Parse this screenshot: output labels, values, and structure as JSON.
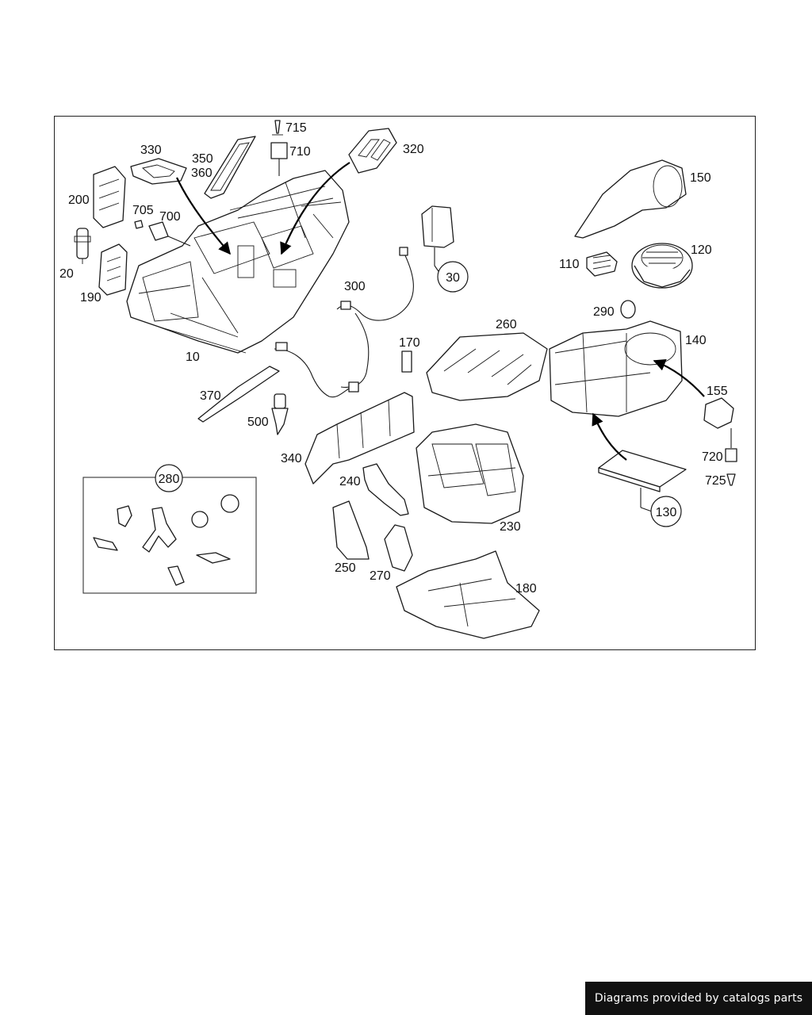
{
  "callouts": {
    "c10": "10",
    "c20": "20",
    "c30": "30",
    "c110": "110",
    "c120": "120",
    "c130": "130",
    "c140": "140",
    "c150": "150",
    "c155": "155",
    "c170": "170",
    "c180": "180",
    "c190": "190",
    "c200": "200",
    "c230": "230",
    "c240": "240",
    "c250": "250",
    "c260": "260",
    "c270": "270",
    "c280": "280",
    "c290": "290",
    "c300": "300",
    "c320": "320",
    "c330": "330",
    "c340": "340",
    "c350": "350",
    "c360": "360",
    "c370": "370",
    "c500": "500",
    "c700": "700",
    "c705": "705",
    "c710": "710",
    "c715": "715",
    "c720": "720",
    "c725": "725"
  },
  "footer": {
    "text": "Diagrams provided by catalogs parts"
  }
}
